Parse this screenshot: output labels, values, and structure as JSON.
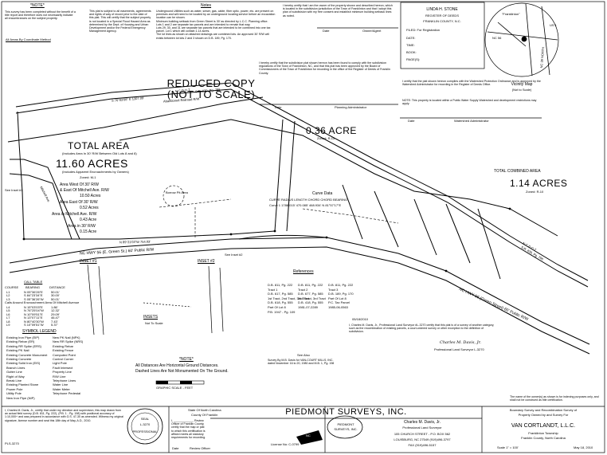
{
  "general_note": {
    "title": "*NOTE*",
    "text": "This survey has been completed without the benefit of a title report and therefore does not necessarily indicate all encumbrances on the subject property."
  },
  "areas_note": "All Areas By Coordinate Method",
  "flood_note": "This plat is subject to all easements, agreements and rights of way of record prior to the date of this plat. This will certify that the subject property is not located in a Special Flood Hazard Area as determined by the Dept. of Housing and Urban Development and/or the Federal Emergency Management Agency.",
  "notes": {
    "title": "Notes",
    "items": [
      "Underground Utilities such as water, sewer, gas, cable, fiber optic, power, etc. are present on premises and will need to be located by an underground locating service before an excavation location can be shown.",
      "Minimum building setback from Green Street is 30' as directed by L.C.C. Planning office.",
      "Lots 1 and 2 are separate tax parcels and are intended to remain that way.",
      "Lots 29, 30, and 31 are separate tax parcels that are intended to be combined into one tax parcel. Lot 1 which will contain 1.14 acres.",
      "The lot lines as shown on attached drawings are combined lots. An approved 30' R/W will exists between lot lots 2 and 3 shown on D.B. 189, Pg. 170."
    ]
  },
  "owner_cert": {
    "text": "I hereby certify that I am the owner of the property shown and described hereon, which is located in the subdivision jurisdiction of the Town of Franklinton and that I adopt this plan of subdivision with my free consent and establish minimum building setback lines as noted.",
    "date_label": "Date",
    "owner_label": "Owner/Agent"
  },
  "register": {
    "name": "LINDA H. STONE",
    "title": "REGISTER OF DEEDS",
    "county": "FRANKLIN COUNTY, N.C.",
    "filed": "FILED: For Registration",
    "date": "DATE:",
    "time": "TIME:",
    "book": "BOOK:",
    "page": "PAGE(S):"
  },
  "vicinity": {
    "title": "Vicinity Map",
    "subtitle": "(Not to Scale)",
    "road_a": "NC 56",
    "road_b": "NC 39 NORTH",
    "road_c": "US 1",
    "place": "\"Franklinton\""
  },
  "planning_cert": {
    "text": "I hereby certify that the subdivision plat shown hereon has been found to comply with the subdivision regulations of the Town of Franklinton, NC, and that this plat has been approved by the Board of Commissioners of the Town of Franklinton for recording in the office of the Register of Deeds of Franklin County.",
    "date_label": "Date",
    "admin_label": "Planning Administrator"
  },
  "watershed_cert": {
    "text": "I certify that the plat shown hereon complies with the Watershed Protection Ordinance and is approved by the Watershed Administrator for recording in the Register of Deeds Office.",
    "note": "NOTE: This property is located within a Public Water Supply Watershed and development restrictions may apply.",
    "date_label": "Date",
    "admin_label": "Watershed Administrator"
  },
  "reduced_copy": {
    "line1": "REDUCED COPY",
    "line2": "(NOT TO SCALE)"
  },
  "areas": {
    "total_label": "TOTAL AREA",
    "total_sub": "(Includes Area In 30' R/W Between Old Lots 8 and 8)",
    "total_value": "11.60 ACRES",
    "total_detail": "(Includes Apparent Encroachments by Owners)",
    "zoned": "Zoned: M-1",
    "west_1": "Area West Of 30' R/W",
    "west_2": "& East Of Mitchell Ave. R/W",
    "west_3": "10.50 Acres",
    "east_1": "Area East Of 30' R/W",
    "east_2": "0.52 Acres",
    "mitchell_1": "Area in Mitchell Ave. R/W",
    "mitchell_2": "0.43 Acre",
    "rw_1": "Area in 30' R/W",
    "rw_2": "0.15 Acre",
    "mid_value": "0.36 ACRE",
    "mid_zoned": "Zoned: R-15",
    "combined_label": "TOTAL COMBINED AREA",
    "combined_value": "1.14 ACRES",
    "combined_zoned": "Zoned: R-10"
  },
  "roads": {
    "ncdot_1": "N.C.D.O.T.",
    "sr_1": "S.R. 830, Pg. 798",
    "bearing_1": "S 76°03'08\" E  1307.09'",
    "abandoned": "Abandoned Railroad R/W",
    "ncdot_2": "N.C.D.O.T.",
    "sr_2": "S.R. 830, Pg. 798",
    "green_st": "NC HWY 56 (E. Green St.)   60' Public R/W",
    "green_st_2": "NC HWY 56 (Green Street)   60' Public R/W",
    "south_bearing": "N 89°21'03\"W  754.03'",
    "curve_data": "Curve Data",
    "curve_header": "CURVE  RADIUS  LENGTH  CHORD  CHORD BEARING",
    "curve_row": "Curve 1  1788.015'  470.085'  468.934'  N 81°57'17\"E",
    "borrow_pit": "Borrow Pit Area",
    "mitchell": "Mitchell Ave.",
    "inset1_mark": "See Inset #1",
    "inset2_mark": "See Inset #2"
  },
  "inset1": "INSET #1",
  "inset2": "INSET #2",
  "insets": {
    "title": "INSETS",
    "sub": "Not To Scale"
  },
  "call_table": {
    "title": "CALL TABLE",
    "headers": [
      "COURSE",
      "BEARING",
      "DISTANCE"
    ],
    "rows": [
      [
        "L1",
        "N 05°36'26\"E",
        "50.01'"
      ],
      [
        "L2",
        "S 84°23'34\"E",
        "30.00'"
      ],
      [
        "L3",
        "S 05°36'26\"W",
        "50.01'"
      ]
    ],
    "encroach_title": "Calls Around Encroachment Area Of Mitchell Avenue",
    "encroach_rows": [
      [
        "L4",
        "N 15°03'03\"E",
        "1.86'"
      ],
      [
        "L5",
        "N 76°25'04\"W",
        "12.32'"
      ],
      [
        "L6",
        "N 10°09'51\"E",
        "29.09'"
      ],
      [
        "L7",
        "N 13°07'11\"E",
        "46.47'"
      ],
      [
        "L8",
        "N 80°40'30\"W",
        "7.43'"
      ],
      [
        "L9",
        "S 10°09'51\"W",
        "5.37'"
      ]
    ]
  },
  "legend": {
    "title": "SYMBOL LEGEND",
    "items": [
      "Existing Iron Pipe (EIP)",
      "Existing Rebar (ER)",
      "Existing RR Spike (ERS)",
      "Existing PK Nail",
      "Existing Concrete Monument",
      "Existing Concrete",
      "Existing Solid Iron (EIS)",
      "Branch Lines",
      "Gutter Line",
      "Right of Way",
      "Break Line",
      "Existing Planted Stone",
      "Power Pole",
      "Utility Pole",
      "New Iron Pipe (NIP)",
      "New PK Nail (NPK)",
      "New RR Spike (NRS)",
      "Existing Rebar",
      "Existing Fence",
      "Computed Point",
      "Control Corner",
      "Light Pole",
      "Fault Intersect",
      "Property Line",
      "R/W Line",
      "Telephone Lines",
      "Water Line",
      "Water Meter",
      "Telephone Pedestal"
    ]
  },
  "bottom_note": {
    "title": "*NOTE*",
    "line1": "All Distances Are Horizontal Ground Distances.",
    "line2": "Dashed Lines Are Not Monumented On The Ground."
  },
  "graphic_scale": "GRAPHIC SCALE - FEET",
  "references": {
    "title": "References",
    "col1": [
      "D.B. 811, Pg. 222",
      "Tract 1",
      "D.B. 617, Pg. 585",
      "1st Tract, 2nd Tract, 3rd Tract",
      "D.B. 618, Pg. 555",
      "Part Of Lot 8",
      "P.B. 1947 - Pg. 109"
    ],
    "col2": [
      "D.B. 811, Pg. 222",
      "Tract 2",
      "D.B. 677, Pg. 585",
      "2nd Tract, 3rd Tract",
      "D.B. 418, Pg. 555",
      "1981-07-2289"
    ],
    "col3": [
      "D.B. 811, Pg. 222",
      "Tract 3",
      "D.B. 189, Pg. 170",
      "Part Of Lot 8",
      "P.C. Tax Parcel",
      "1985-06-0563"
    ],
    "see_also": "See Also",
    "survey": "Survey By M.B. Davis for VAN-COURT MILLS, INC. dated November 16 to 20, 1980 and M.B. 1, Pg. 198"
  },
  "surveyor_cert": {
    "date": "05/18/2010",
    "text": "I, Charles M. Davis, Jr., Professional Land Surveyor #L-3270 certify that this plat is of a survey of another category, such as the recombination of existing parcels, a court-ordered survey or other exception to the definition of subdivision.",
    "signature": "Charles M. Davis, Jr.",
    "title": "Professional Land Surveyor  L-3270"
  },
  "owners_note": "The name of the owner(s) as shown is for indexing purposes only, and shall not be construed as title certification.",
  "title_block": {
    "plat_cert": "I, Charles M. Davis, Jr., certify that under my direction and supervision, this map drawn from an actual field survey (D.B. 811, Pg. 222), (P.B. 1 - Pg. 198) with positional accuracy of 1:10,000+ and was prepared in accordance with G.S. 47-30 as amended. Witness my original signature, license number and seal this 18th day of May, A.D., 2010.",
    "seal_line1": "SEAL",
    "seal_line2": "L-3270",
    "seal_line3": "PROFESSIONAL",
    "pls_number": "PLS-3270",
    "state_1": "State Of North Carolina",
    "state_2": "County Of Franklin",
    "review_text": "I, ____________, Review Officer of Franklin County, certify that the map or plat to which this certification is affixed meets all statutory requirements for recording.",
    "review_date": "Date",
    "review_officer": "Review Officer",
    "firm": "PIEDMONT SURVEYS, INC.",
    "surveyor_name": "Charles M. Davis, Jr.",
    "surveyor_title": "Professional Land Surveyor",
    "address": "105 CHURCH STREET - P.O. BOX 562",
    "city": "LOUISBURG, NC 27549  (919)496-3797",
    "fax": "FAX (919)496-5157",
    "license": "License No: C-0799",
    "nc_mark": "NC",
    "logo_line1": "PIEDMONT",
    "logo_line2": "SURVEYS, INC.",
    "plat_for_1": "Boundary Survey and Recombination Survey of",
    "plat_for_2": "Property Owned by and Survey For",
    "client": "VAN CORTLANDT, L.L.C.",
    "township": "Franklinton Township",
    "county": "Franklin County, North Carolina",
    "scale": "Scale 1\" = 100'",
    "date": "May 18, 2010"
  }
}
